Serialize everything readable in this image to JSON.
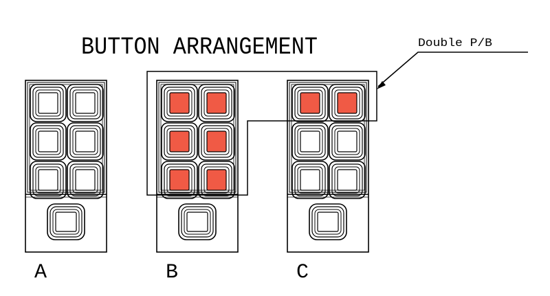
{
  "title": "BUTTON ARRANGEMENT",
  "callout": {
    "label": "Double P/B"
  },
  "colors": {
    "line": "#000000",
    "highlight": "#f05a45",
    "background": "#ffffff"
  },
  "panels": [
    {
      "label": "A",
      "rows": 3,
      "cols": 2,
      "highlighted": [
        [
          false,
          false
        ],
        [
          false,
          false
        ],
        [
          false,
          false
        ]
      ]
    },
    {
      "label": "B",
      "rows": 3,
      "cols": 2,
      "highlighted": [
        [
          true,
          true
        ],
        [
          true,
          true
        ],
        [
          true,
          true
        ]
      ]
    },
    {
      "label": "C",
      "rows": 3,
      "cols": 2,
      "highlighted": [
        [
          true,
          true
        ],
        [
          false,
          false
        ],
        [
          false,
          false
        ]
      ]
    }
  ]
}
